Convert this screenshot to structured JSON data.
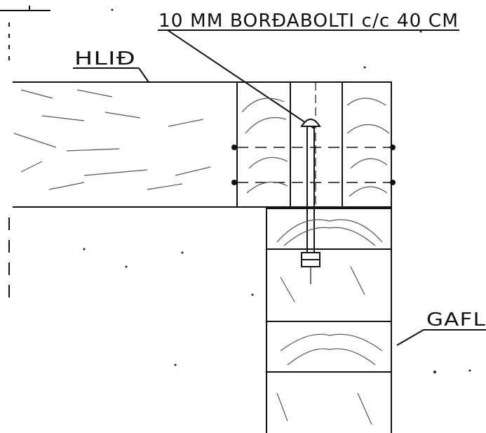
{
  "labels": {
    "bolt_note": "10 MM BORÐABOLTI c/c 40 CM",
    "side": "HLIÐ",
    "gable": "GAFL"
  }
}
